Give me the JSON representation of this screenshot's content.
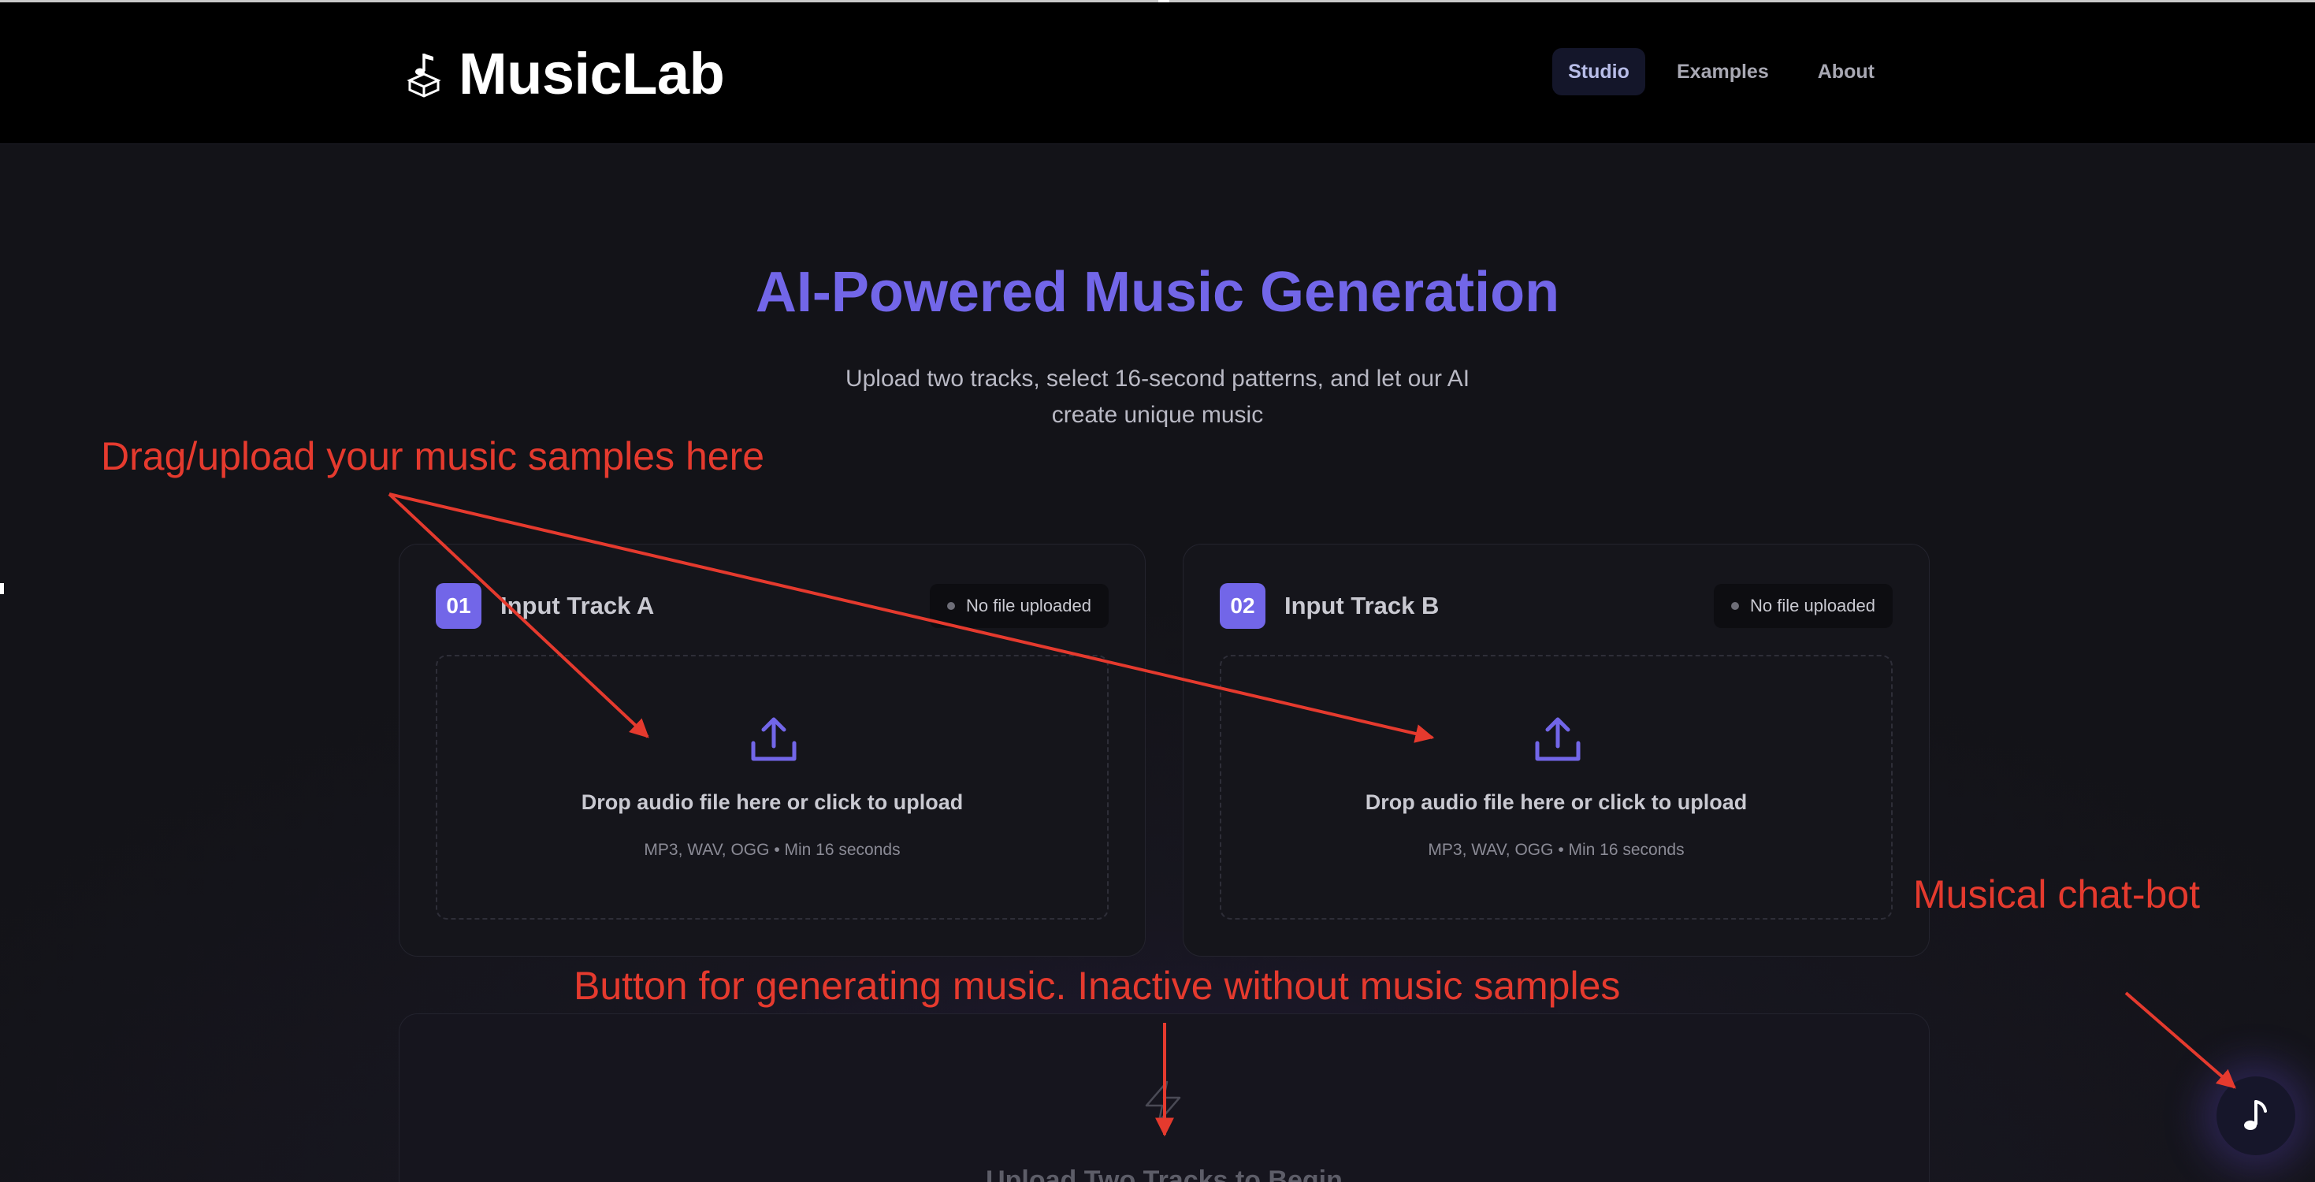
{
  "app": {
    "name": "MusicLab"
  },
  "nav": {
    "items": [
      {
        "label": "Studio",
        "active": true
      },
      {
        "label": "Examples",
        "active": false
      },
      {
        "label": "About",
        "active": false
      }
    ]
  },
  "hero": {
    "title": "AI-Powered Music Generation",
    "subtitle": "Upload two tracks, select 16-second patterns, and let our AI create unique music"
  },
  "tracks": [
    {
      "number": "01",
      "title": "Input Track A",
      "status": "No file uploaded",
      "drop_label": "Drop audio file here or click to upload",
      "drop_hint": "MP3, WAV, OGG • Min 16 seconds"
    },
    {
      "number": "02",
      "title": "Input Track B",
      "status": "No file uploaded",
      "drop_label": "Drop audio file here or click to upload",
      "drop_hint": "MP3, WAV, OGG • Min 16 seconds"
    }
  ],
  "generate": {
    "label": "Upload Two Tracks to Begin",
    "enabled": false
  },
  "annotations": {
    "upload": "Drag/upload  your music samples here",
    "chatbot": "Musical chat-bot",
    "generate": "Button for generating music. Inactive without music samples"
  },
  "icons": {
    "brand": "music-box-icon",
    "upload": "upload-icon",
    "generate": "lightning-icon",
    "chat": "music-note-icon"
  },
  "colors": {
    "accent": "#7266e8",
    "annotation": "#e53a2e",
    "header_bg": "#000000",
    "page_bg": "#17161f"
  }
}
